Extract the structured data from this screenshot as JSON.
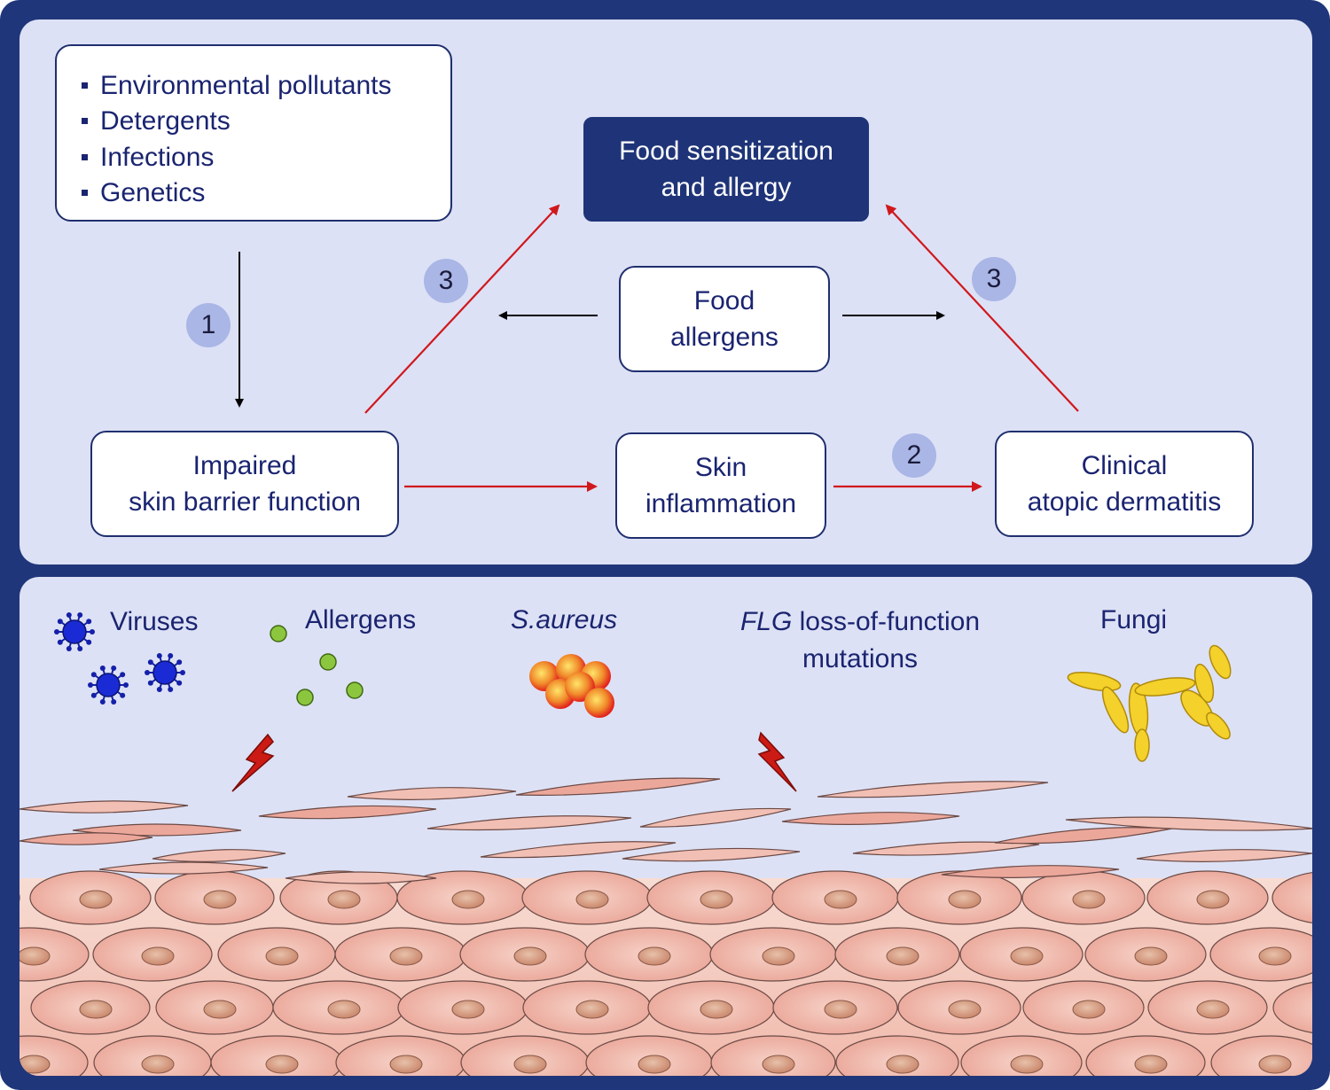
{
  "risk_factors": [
    "Environmental pollutants",
    "Detergents",
    "Infections",
    "Genetics"
  ],
  "boxes": {
    "food_sensitization": [
      "Food sensitization",
      "and allergy"
    ],
    "food_allergens": [
      "Food",
      "allergens"
    ],
    "impaired_barrier": [
      "Impaired",
      "skin barrier function"
    ],
    "skin_inflammation": [
      "Skin",
      "inflammation"
    ],
    "clinical_ad": [
      "Clinical",
      "atopic dermatitis"
    ]
  },
  "badges": {
    "step1": "1",
    "step2": "2",
    "step3a": "3",
    "step3b": "3"
  },
  "triggers": {
    "viruses": "Viruses",
    "allergens": "Allergens",
    "s_aureus": "S.aureus",
    "flg_italic": "FLG",
    "flg_rest": " loss-of-function",
    "flg_line2": "mutations",
    "fungi": "Fungi"
  },
  "colors": {
    "frame": "#20367a",
    "panel": "#dde1f5",
    "box_text": "#1a2470",
    "red_arrow": "#d0181c",
    "badge": "#a9b6e6",
    "skin": "#f2b8aa"
  }
}
